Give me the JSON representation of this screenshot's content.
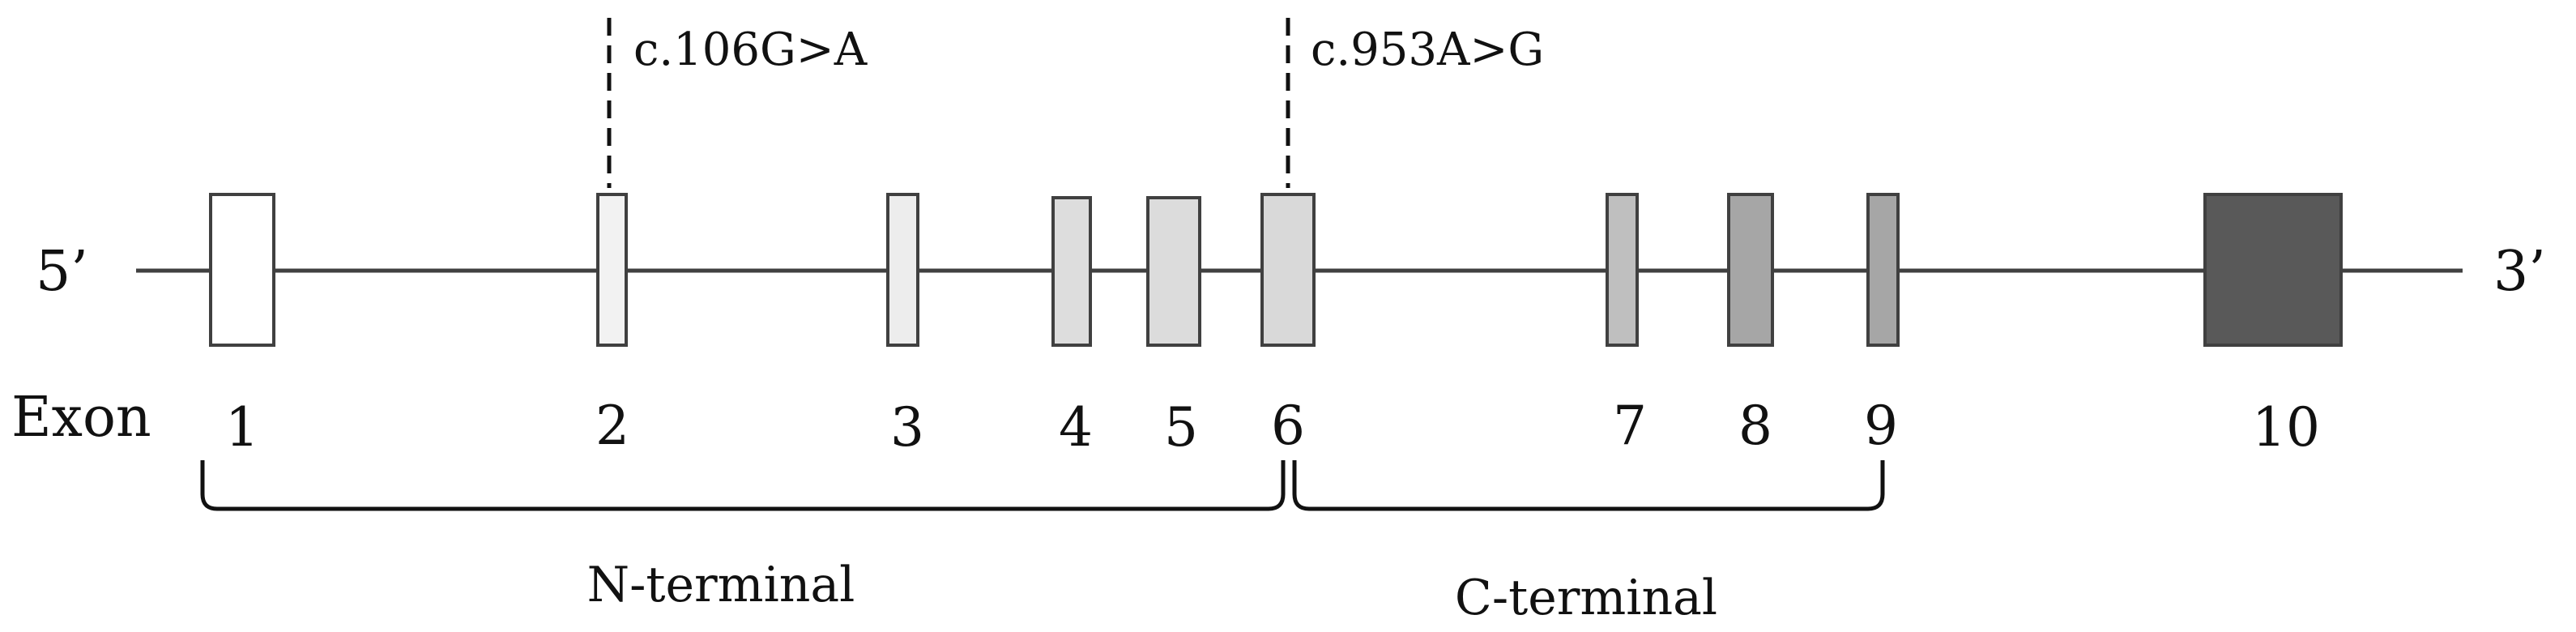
{
  "gene": {
    "five_prime_label": "5’",
    "three_prime_label": "3’",
    "exon_row_label": "Exon"
  },
  "exons": [
    {
      "number": "1",
      "fill": "#ffffff"
    },
    {
      "number": "2",
      "fill": "#f2f2f2"
    },
    {
      "number": "3",
      "fill": "#ededed"
    },
    {
      "number": "4",
      "fill": "#dddddd"
    },
    {
      "number": "5",
      "fill": "#dcdcdc"
    },
    {
      "number": "6",
      "fill": "#d9d9d9"
    },
    {
      "number": "7",
      "fill": "#bfbfbf"
    },
    {
      "number": "8",
      "fill": "#a6a6a6"
    },
    {
      "number": "9",
      "fill": "#a6a6a6"
    },
    {
      "number": "10",
      "fill": "#595959"
    }
  ],
  "mutations": [
    {
      "label": "c.106G>A",
      "exon": "2"
    },
    {
      "label": "c.953A>G",
      "exon": "6"
    }
  ],
  "domains": [
    {
      "label": "N-terminal",
      "exons": "1-6"
    },
    {
      "label": "C-terminal",
      "exons": "6-9"
    }
  ],
  "colors": {
    "line": "#404040",
    "box_stroke": "#404040"
  }
}
